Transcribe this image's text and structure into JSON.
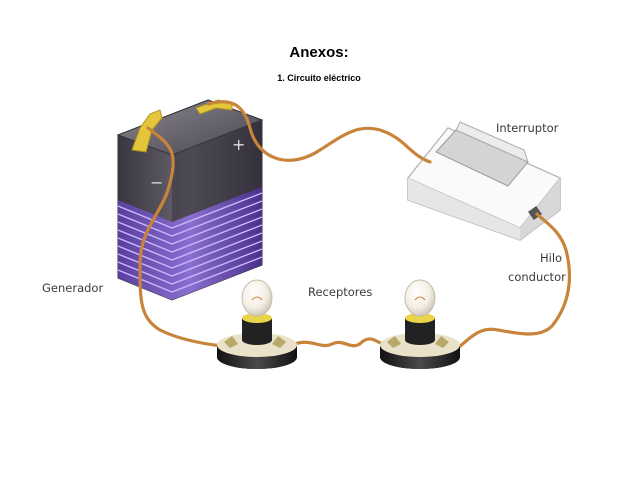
{
  "header": {
    "title": "Anexos:",
    "subtitle": "1. Circuito eléctrico"
  },
  "labels": {
    "interruptor": "Interruptor",
    "generador": "Generador",
    "receptores": "Receptores",
    "hilo": "Hilo",
    "conductor": "conductor",
    "battery_plus": "+",
    "battery_minus": "−"
  },
  "colors": {
    "wire": "#c8843a",
    "battery_body": "#5a5560",
    "battery_bands": "#6a4fb0",
    "terminal": "#e4c63a",
    "switch": "#efefef",
    "bulb_base": "#2a2a2a"
  }
}
